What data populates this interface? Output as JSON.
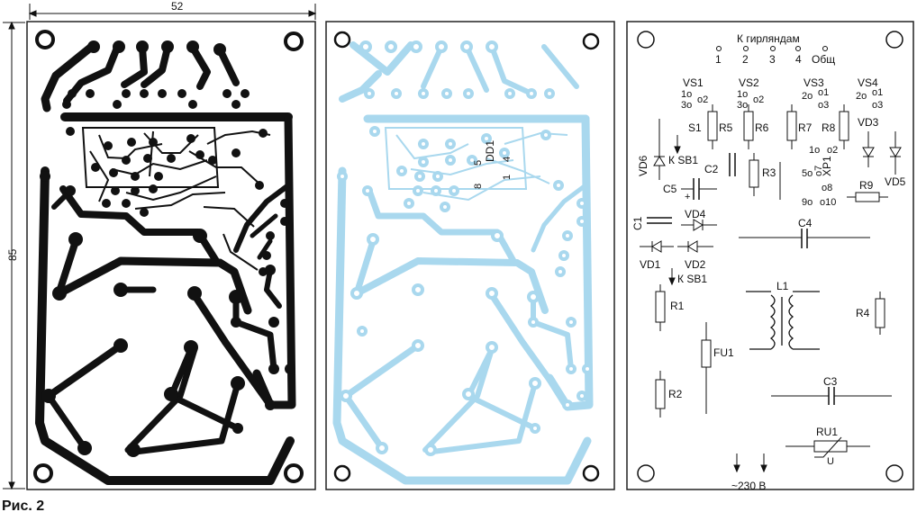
{
  "caption": "Рис. 2",
  "dimensions": {
    "width": "52",
    "height": "85"
  },
  "boards": {
    "copper": {
      "name": "copper-side"
    },
    "mask": {
      "name": "overlay-side",
      "chip_label": "DD1",
      "chip_pins": [
        "8",
        "5",
        "1",
        "4"
      ]
    },
    "components": {
      "name": "component-side"
    }
  },
  "colors": {
    "copper": "#111111",
    "overlay": "#a9d8ee",
    "outline": "#222222",
    "ink": "#111111"
  },
  "labels": {
    "k_girlyandam": "К гирляндам",
    "ports": [
      "1",
      "2",
      "3",
      "4",
      "Общ"
    ],
    "vs": [
      "VS1",
      "VS2",
      "VS3",
      "VS4"
    ],
    "vs_pins": {
      "vs1_a": "1o",
      "vs1_b": "o2",
      "vs1_c": "3o",
      "vs2_a": "1o",
      "vs2_b": "o2",
      "vs2_c": "3o",
      "vs3_a": "2o",
      "vs3_b": "o1",
      "vs3_c": "o3",
      "vs4_a": "2o",
      "vs4_b": "o1",
      "vs4_c": "o3"
    },
    "s1": "S1",
    "r5": "R5",
    "r6": "R6",
    "r7": "R7",
    "r8": "R8",
    "vd3": "VD3",
    "vd5": "VD5",
    "vd6": "VD6",
    "k_sb1_top": "К SB1",
    "c2": "C2",
    "r3": "R3",
    "c5": "C5",
    "xp1": "XP1",
    "xp_pins": {
      "p5": "5o",
      "p7": "o7",
      "p8": "o8",
      "p9": "9o",
      "p10": "o10",
      "p1": "1o",
      "p2": "o2"
    },
    "r9": "R9",
    "c1": "C1",
    "vd4": "VD4",
    "c4": "C4",
    "vd1": "VD1",
    "vd2": "VD2",
    "k_sb1_bottom": "К SB1",
    "r1": "R1",
    "l1": "L1",
    "r4": "R4",
    "fu1": "FU1",
    "r2": "R2",
    "c3": "C3",
    "ru1": "RU1",
    "u": "U",
    "mains": "~230 В",
    "plus": "+"
  }
}
